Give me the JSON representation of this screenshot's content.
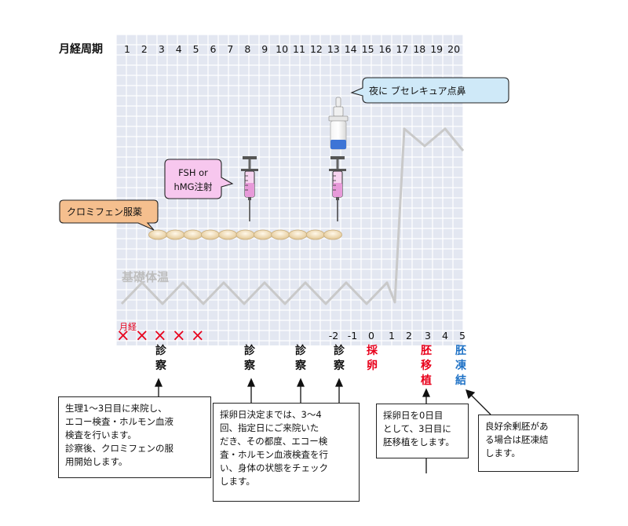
{
  "header": {
    "cycle_label": "月経周期"
  },
  "days": [
    "1",
    "2",
    "3",
    "4",
    "5",
    "6",
    "7",
    "8",
    "9",
    "10",
    "11",
    "12",
    "13",
    "14",
    "15",
    "16",
    "17",
    "18",
    "19",
    "20"
  ],
  "bbt_label": "基礎体温",
  "menses_label": "月経",
  "menses_mark": "×",
  "offset_labels": [
    "-2",
    "-1",
    "0",
    "1",
    "2",
    "3",
    "4",
    "5"
  ],
  "callouts": {
    "nasal": "夜に ブセレキュア点鼻",
    "fsh_line1": "FSH or",
    "fsh_line2": "hMG注射",
    "clomiphene": "クロミフェン服薬"
  },
  "events": {
    "exam1": [
      "診",
      "察"
    ],
    "exam2": [
      "診",
      "察"
    ],
    "exam3": [
      "診",
      "察"
    ],
    "exam4": [
      "診",
      "察"
    ],
    "retrieval": [
      "採",
      "卵"
    ],
    "transfer": [
      "胚",
      "移",
      "植"
    ],
    "freeze": [
      "胚",
      "凍",
      "結"
    ]
  },
  "notes": {
    "note1": [
      "生理1～3日目に来院し、",
      "エコー検査・ホルモン血液",
      "検査を行います。",
      "診察後、クロミフェンの服",
      "用開始します。"
    ],
    "note2": [
      "採卵日決定までは、3～4",
      "回、指定日にご来院いた",
      "だき、その都度、エコー検",
      "査・ホルモン血液検査を行",
      "い、身体の状態をチェック",
      "します。"
    ],
    "note3": [
      "採卵日を0日目",
      "として、3日目に",
      "胚移植をします。"
    ],
    "note4": [
      "良好余剰胚があ",
      "る場合は胚凍結",
      "します。"
    ]
  },
  "colors": {
    "grid_bg": "#e3e7f1",
    "grid_line": "#ffffff",
    "bbt": "#c9c9c9",
    "red": "#e8001b",
    "blue": "#1f72c6",
    "nasal_fill": "#cfe9f8",
    "fsh_fill": "#f7c7ee",
    "clomiphene_fill": "#f5bf8e",
    "pill_fill": "#f1ddba"
  }
}
